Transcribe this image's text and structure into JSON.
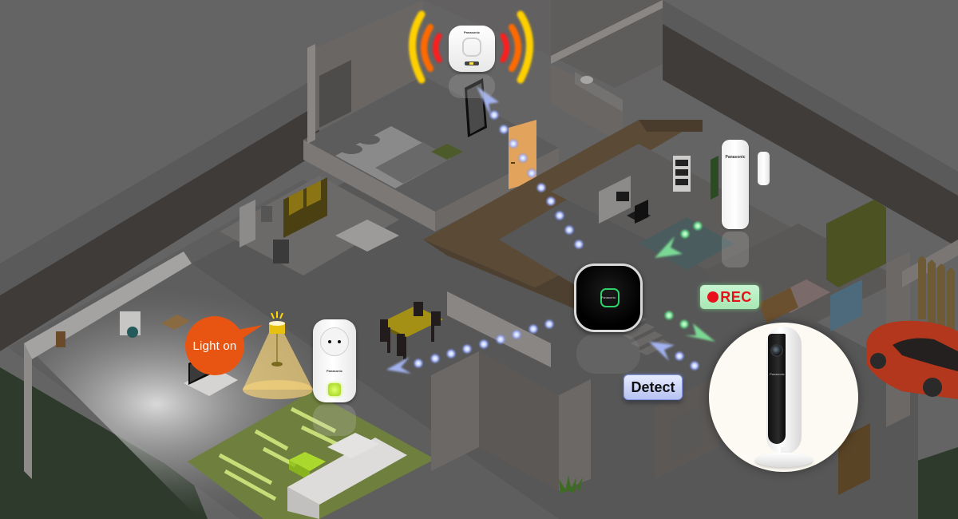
{
  "scene": {
    "title": "Smart home security system isometric illustration",
    "background_color": "#646464",
    "style": "isometric cutaway house, dimmed"
  },
  "labels": {
    "light_on": "Light on",
    "rec": "REC",
    "detect": "Detect"
  },
  "devices": {
    "siren": {
      "name": "Indoor siren",
      "brand": "Panasonic",
      "state": "alarming",
      "wave_colors": [
        "#ff1a1a",
        "#ff6a00",
        "#ffd000"
      ]
    },
    "hub": {
      "name": "Home hub",
      "brand": "Panasonic",
      "accent": "#2fd16a"
    },
    "door_sensor": {
      "name": "Window/door sensor",
      "brand": "Panasonic"
    },
    "smart_plug": {
      "name": "Smart plug",
      "brand": "Panasonic",
      "led_color": "#b6e82a"
    },
    "camera": {
      "name": "Indoor camera",
      "brand": "Panasonic",
      "state": "recording"
    }
  },
  "signals": {
    "blue_color": "#8fa8ff",
    "green_color": "#5fe08a",
    "paths": [
      {
        "from": "hub",
        "to": "siren",
        "color": "blue"
      },
      {
        "from": "hub",
        "to": "smart_plug",
        "color": "blue"
      },
      {
        "from": "door_sensor",
        "to": "hub",
        "color": "green"
      },
      {
        "from": "hub",
        "to": "camera",
        "color": "green"
      },
      {
        "from": "camera",
        "to": "hub",
        "color": "blue"
      }
    ]
  },
  "colors": {
    "light_bubble": "#e85512",
    "rec_text": "#e8101a",
    "rec_bg": "#b8efc2",
    "detect_bg": "#c6d0f6",
    "lamp_glow": "#f3d27a",
    "rug": "#6f7f3e",
    "car": "#b2371c",
    "door": "#e2a35c",
    "walkway": "#5a4a36",
    "lawn": "#2e3a2c"
  }
}
